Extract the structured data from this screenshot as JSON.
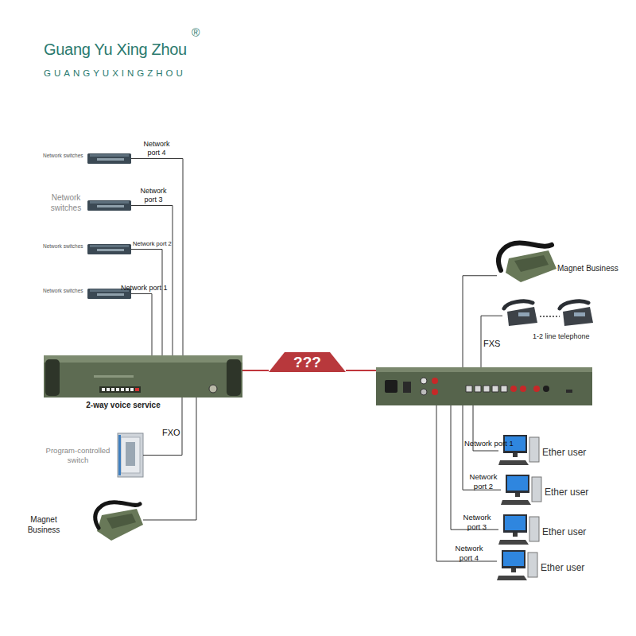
{
  "diagram": {
    "nodes": [
      {
        "text": [
          "Network switches"
        ]
      },
      {
        "text": [
          "Network switches"
        ]
      },
      {
        "text": [
          "Network switches"
        ]
      },
      {
        "text": [
          "Network switches"
        ]
      },
      {
        "text": [
          "2-way voice service"
        ]
      },
      {
        "text": [
          "Program-controlled switch"
        ]
      },
      {
        "text": [
          "Magnet Business"
        ]
      },
      {
        "text": [
          "???"
        ]
      },
      {
        "text": []
      },
      {
        "text": [
          "Magnet Business"
        ]
      },
      {
        "text": [
          "1-2 line telephone"
        ]
      },
      {
        "text": [
          "Ether user"
        ]
      },
      {
        "text": [
          "Ether user"
        ]
      },
      {
        "text": [
          "Ether user"
        ]
      },
      {
        "text": [
          "Ether user"
        ]
      }
    ],
    "edges": [
      {
        "from": 0,
        "to": 4,
        "label": "Network port 4",
        "arrow": "none"
      },
      {
        "from": 1,
        "to": 4,
        "label": "Network port 3",
        "arrow": "none"
      },
      {
        "from": 2,
        "to": 4,
        "label": "Network port 2",
        "arrow": "none"
      },
      {
        "from": 3,
        "to": 4,
        "label": "Network port 1",
        "arrow": "none"
      },
      {
        "from": 5,
        "to": 4,
        "label": "FXO",
        "arrow": "none"
      },
      {
        "from": 6,
        "to": 4,
        "arrow": "none"
      },
      {
        "from": 4,
        "to": 7,
        "arrow": "none"
      },
      {
        "from": 7,
        "to": 8,
        "arrow": "none"
      },
      {
        "from": 8,
        "to": 9,
        "arrow": "none"
      },
      {
        "from": 8,
        "to": 10,
        "label": "FXS",
        "arrow": "none"
      },
      {
        "from": 8,
        "to": 11,
        "label": "Network port 1",
        "arrow": "none"
      },
      {
        "from": 8,
        "to": 12,
        "label": "Network port 2",
        "arrow": "none"
      },
      {
        "from": 8,
        "to": 13,
        "label": "Network port 3",
        "arrow": "none"
      },
      {
        "from": 8,
        "to": 14,
        "label": "Network port 4",
        "arrow": "none"
      }
    ],
    "labels": [
      "Guang Yu Xing Zhou",
      "GUANGYUXINGZHOU",
      "®"
    ]
  }
}
